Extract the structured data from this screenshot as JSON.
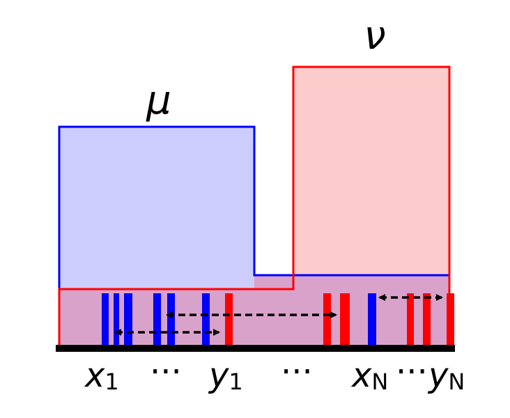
{
  "labels": {
    "mu": "μ",
    "nu": "ν",
    "x1": "x",
    "x1_sub": "1",
    "dots1": "···",
    "y1": "y",
    "y1_sub": "1",
    "dots2": "···",
    "xN": "x",
    "xN_sub": "N",
    "dots3": "···",
    "yN": "y",
    "yN_sub": "N"
  },
  "colors": {
    "mu": "#0000ff",
    "mu_fill": "#cccdfd",
    "nu": "#ff0000",
    "nu_fill": "#fccccd",
    "overlap_fill": "#d9a2cb",
    "arrow": "#000000"
  },
  "samples": {
    "mu": [
      "x1",
      "x2",
      "x3",
      "x4",
      "x5",
      "x6",
      "xN"
    ],
    "nu": [
      "y1",
      "y2",
      "y3",
      "y4",
      "y5",
      "y6",
      "yN"
    ]
  }
}
